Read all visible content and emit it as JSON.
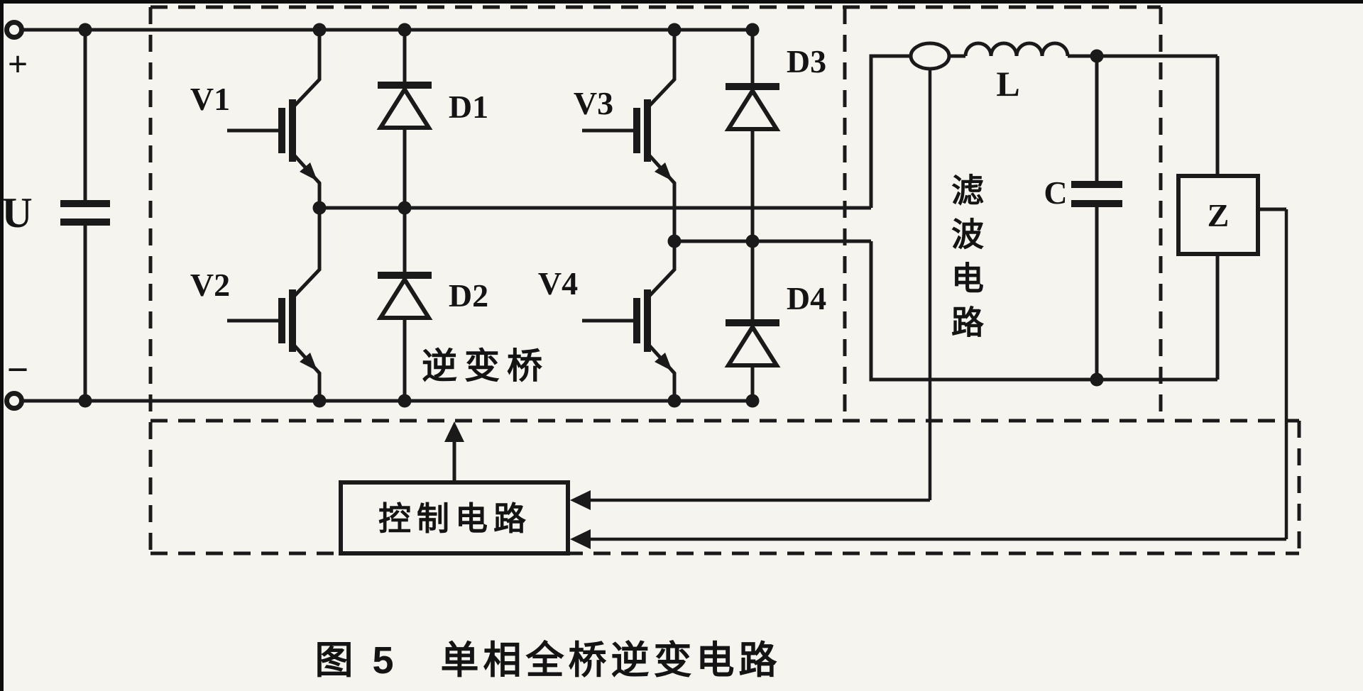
{
  "figure": {
    "caption": "图 5　单相全桥逆变电路",
    "dc_source": {
      "voltage_label": "U",
      "plus_sign": "+",
      "minus_sign": "−"
    },
    "bridge": {
      "label": "逆变桥",
      "igbts": [
        "V1",
        "V2",
        "V3",
        "V4"
      ],
      "diodes": [
        "D1",
        "D2",
        "D3",
        "D4"
      ]
    },
    "filter": {
      "label": "滤波电路",
      "inductor_label": "L",
      "capacitor_label": "C"
    },
    "load": {
      "label": "Z"
    },
    "control": {
      "label": "控制电路"
    },
    "colors": {
      "ink": "#1a1a1a",
      "paper": "#f5f4ef"
    }
  }
}
